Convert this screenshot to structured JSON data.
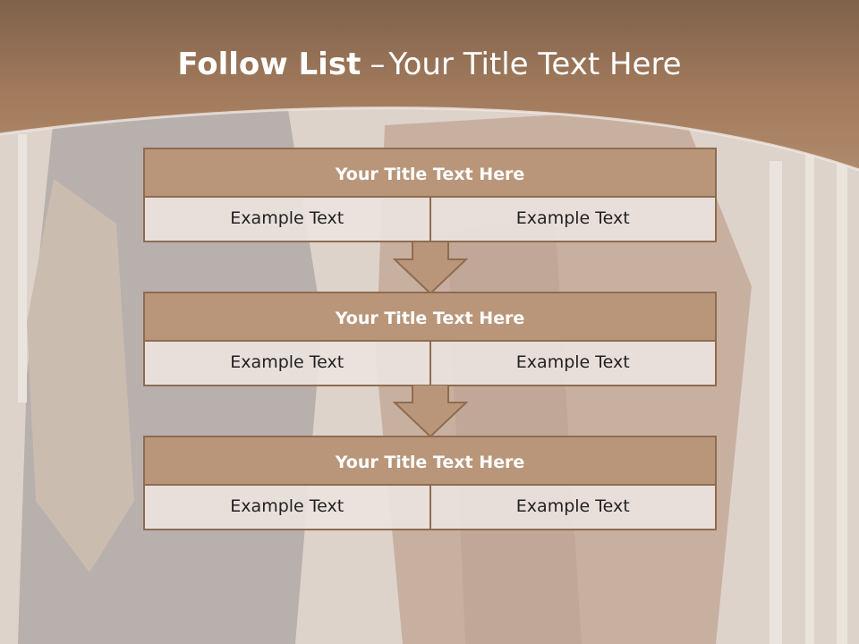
{
  "slide": {
    "title_bold": "Follow List",
    "title_dash": "–",
    "title_rest": "Your Title Text Here"
  },
  "steps": [
    {
      "title": "Your Title Text Here",
      "left": "Example Text",
      "right": "Example Text"
    },
    {
      "title": "Your Title Text Here",
      "left": "Example Text",
      "right": "Example Text"
    },
    {
      "title": "Your Title Text Here",
      "left": "Example Text",
      "right": "Example Text"
    }
  ],
  "colors": {
    "header": "#a27a5c",
    "box_title": "#b9967a",
    "box_border": "#8e6c50",
    "arrow": "#b9967a"
  }
}
